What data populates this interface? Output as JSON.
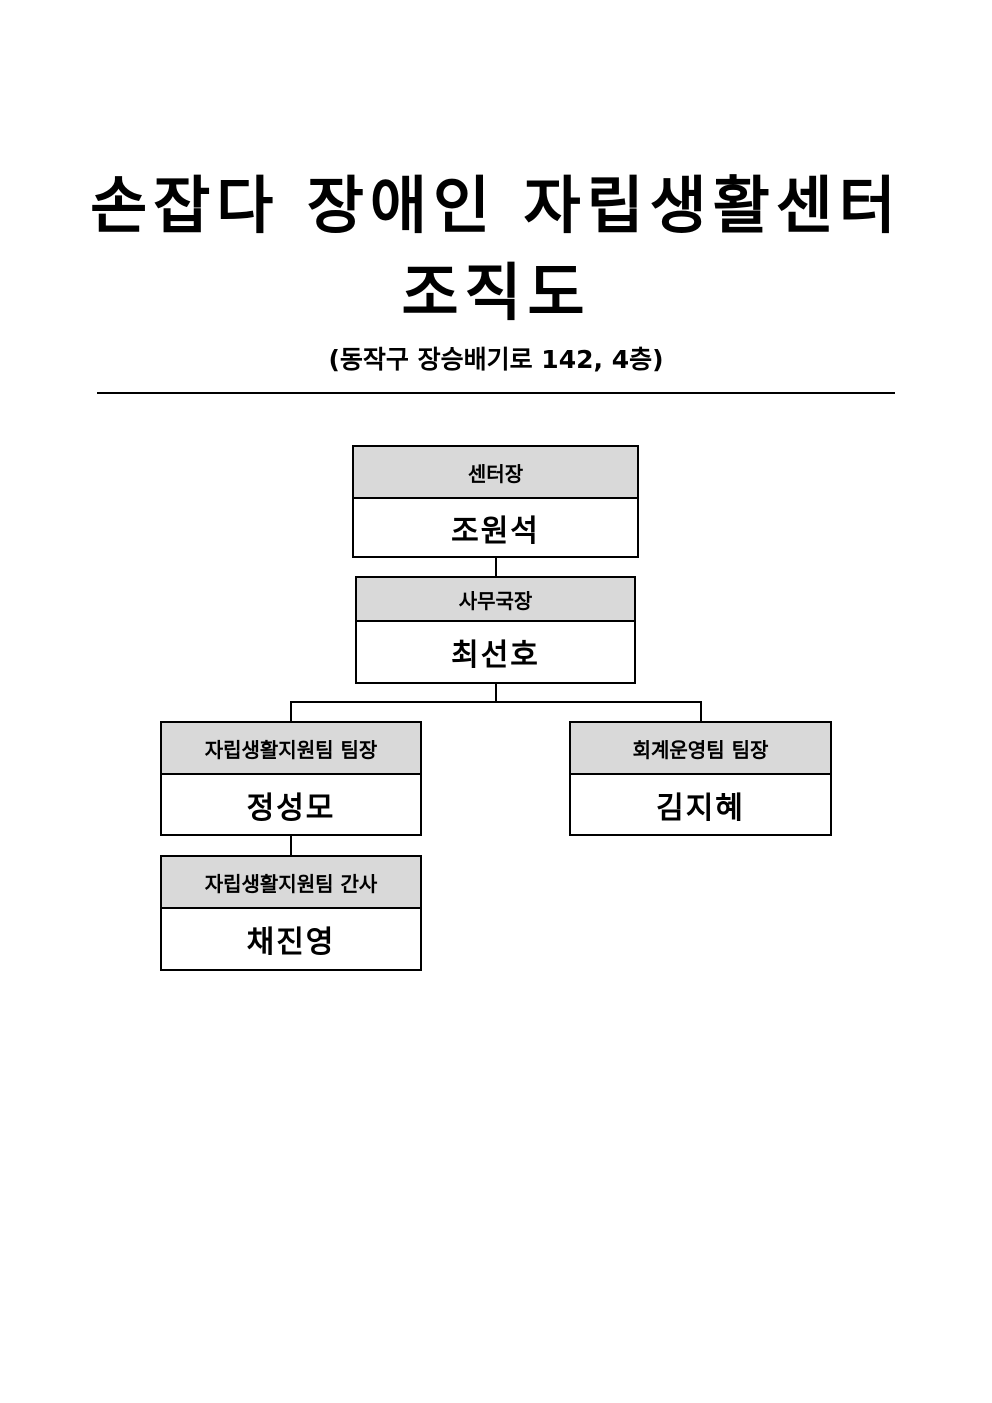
{
  "title": {
    "line1": "손잡다 장애인 자립생활센터",
    "line2": "조직도",
    "address": "(동작구 장승배기로 142, 4층)"
  },
  "org": [
    {
      "role": "센터장",
      "name": "조원석"
    },
    {
      "role": "사무국장",
      "name": "최선호"
    },
    {
      "role": "자립생활지원팀 팀장",
      "name": "정성모"
    },
    {
      "role": "회계운영팀 팀장",
      "name": "김지혜"
    },
    {
      "role": "자립생활지원팀 간사",
      "name": "채진영"
    }
  ]
}
